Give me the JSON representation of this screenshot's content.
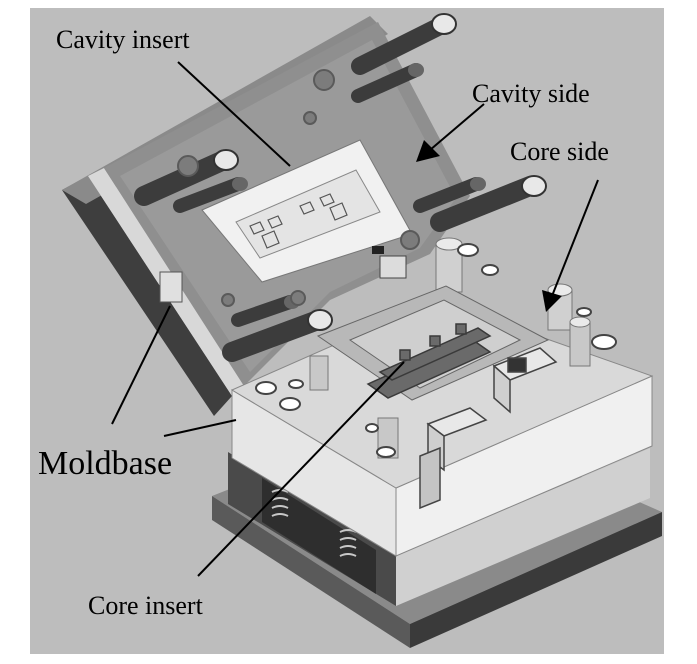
{
  "labels": {
    "cavity_insert": "Cavity insert",
    "cavity_side": "Cavity side",
    "core_side": "Core side",
    "moldbase": "Moldbase",
    "core_insert": "Core insert"
  },
  "colors": {
    "background": "#bdbdbd",
    "plate_light": "#e2e2e2",
    "plate_mid": "#a9a9a9",
    "plate_dark": "#4a4a4a",
    "pin": "#3c3c3c",
    "insert": "#f1f1f1",
    "arrow": "#000000"
  }
}
